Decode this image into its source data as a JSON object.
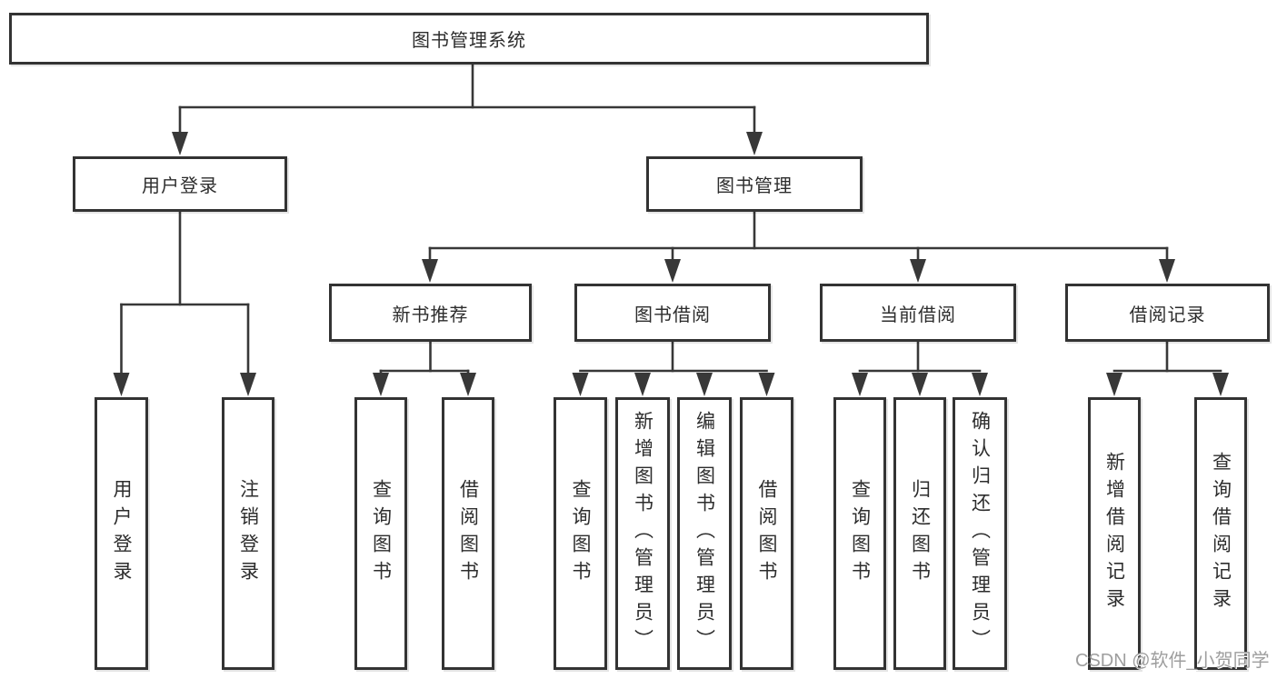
{
  "colors": {
    "line": "#383838",
    "box-border": "#333333",
    "text": "#2d2d2d",
    "background": "#ffffff",
    "watermark": "#9e9e9e"
  },
  "nodes": {
    "root": "图书管理系统",
    "user_login": "用户登录",
    "book_mgmt": "图书管理",
    "new_book_rec": "新书推荐",
    "book_borrow": "图书借阅",
    "current_borrow": "当前借阅",
    "borrow_records": "借阅记录",
    "ul_user_login": "用户登录",
    "ul_logout": "注销登录",
    "nr_query_books": "查询图书",
    "nr_borrow_books": "借阅图书",
    "bb_query_books": "查询图书",
    "bb_add_books": "新增图书（管理员）",
    "bb_edit_books": "编辑图书（管理员）",
    "bb_borrow_books": "借阅图书",
    "cb_query_books": "查询图书",
    "cb_return_books": "归还图书",
    "cb_confirm_return": "确认归还（管理员）",
    "br_add_record": "新增借阅记录",
    "br_query_record": "查询借阅记录"
  },
  "hierarchy": {
    "图书管理系统": {
      "用户登录": [
        "用户登录",
        "注销登录"
      ],
      "图书管理": {
        "新书推荐": [
          "查询图书",
          "借阅图书"
        ],
        "图书借阅": [
          "查询图书",
          "新增图书（管理员）",
          "编辑图书（管理员）",
          "借阅图书"
        ],
        "当前借阅": [
          "查询图书",
          "归还图书",
          "确认归还（管理员）"
        ],
        "借阅记录": [
          "新增借阅记录",
          "查询借阅记录"
        ]
      }
    }
  },
  "watermark": "CSDN @软件_小贺同学"
}
